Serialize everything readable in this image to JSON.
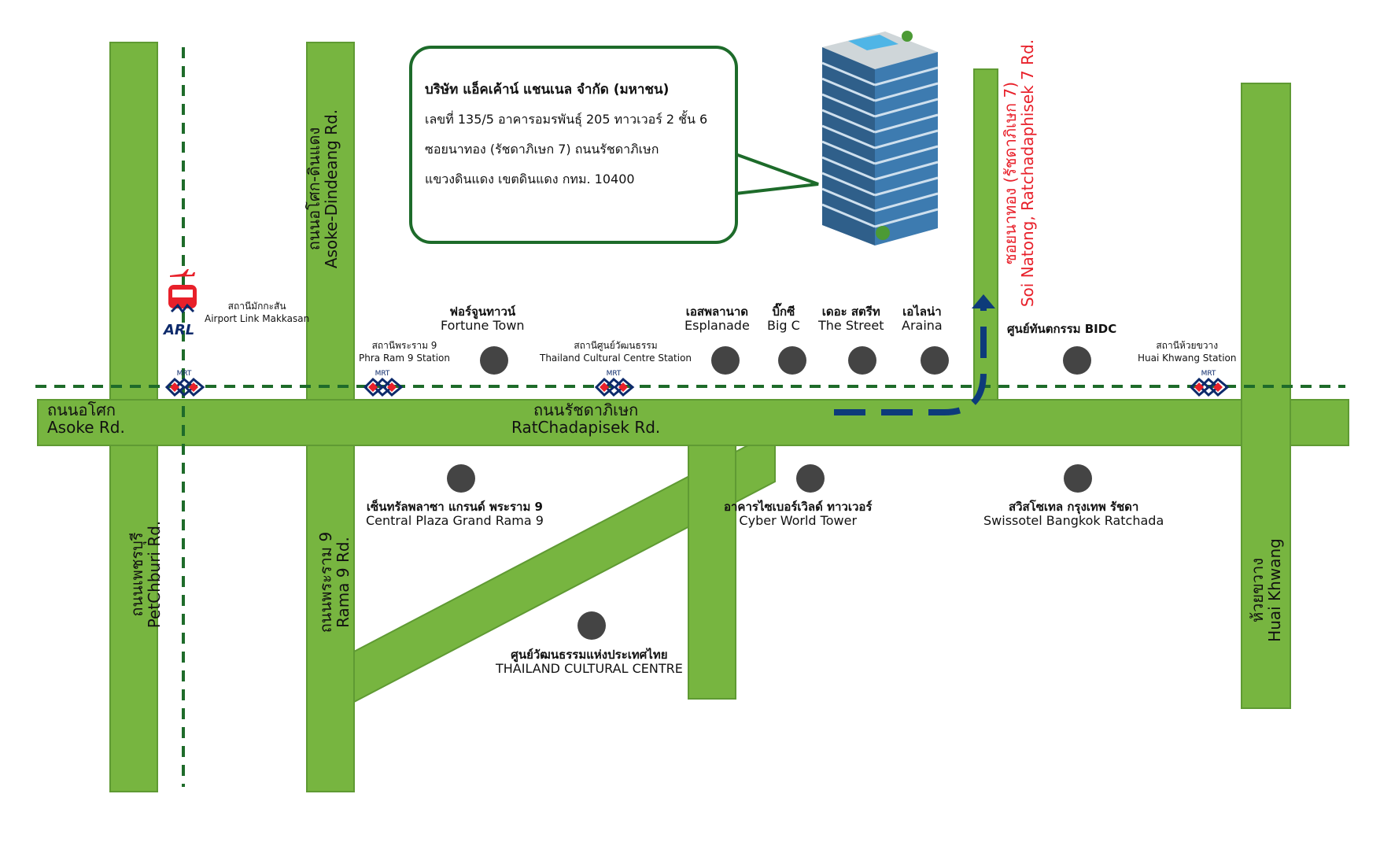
{
  "company": {
    "name": "บริษัท แอ็คเค้าน์ แชนเนล จำกัด (มหาชน)",
    "address_lines": [
      "เลขที่ 135/5 อาคารอมรพันธุ์ 205 ทาวเวอร์ 2 ชั้น 6",
      "ซอยนาทอง (รัชดาภิเษก 7) ถนนรัชดาภิเษก",
      "แขวงดินแดง เขตดินแดง กทม. 10400"
    ]
  },
  "roads": {
    "asoke_h": {
      "th": "ถนนอโศก",
      "en": "Asoke Rd."
    },
    "ratchadapisek": {
      "th": "ถนนรัชดาภิเษก",
      "en": "RatChadapisek Rd."
    },
    "asoke_dindaeng": {
      "th": "ถนนอโศก-ดินแดง",
      "en": "Asoke-Dindeang Rd."
    },
    "petchburi": {
      "th": "ถนนเพชรบุรี",
      "en": "PetChburi Rd."
    },
    "rama9": {
      "th": "ถนนพระราม 9",
      "en": "Rama 9 Rd."
    },
    "soi_natong": {
      "th": "ซอยนาทอง (รัชดาภิเษก 7)",
      "en": "Soi Natong, Ratchadaphisek 7 Rd."
    },
    "huai_khwang": {
      "th": "ห้วยขวาง",
      "en": "Huai Khwang"
    }
  },
  "stations": {
    "arl": {
      "th": "สถานีมักกะสัน",
      "en": "Airport Link Makkasan",
      "logo": "ARL"
    },
    "phra_ram_9": {
      "th": "สถานีพระราม 9",
      "en": "Phra Ram 9 Station"
    },
    "cultural_centre": {
      "th": "สถานีศูนย์วัฒนธรรม",
      "en": "Thailand Cultural Centre Station"
    },
    "huai_khwang": {
      "th": "สถานีห้วยขวาง",
      "en": "Huai Khwang Station"
    },
    "mrt_logo": "MRT"
  },
  "landmarks": {
    "fortune_town": {
      "th": "ฟอร์จูนทาวน์",
      "en": "Fortune Town"
    },
    "esplanade": {
      "th": "เอสพลานาด",
      "en": "Esplanade"
    },
    "big_c": {
      "th": "บิ๊กซี",
      "en": "Big C"
    },
    "the_street": {
      "th": "เดอะ สตรีท",
      "en": "The Street"
    },
    "araina": {
      "th": "เอไลน่า",
      "en": "Araina"
    },
    "bidc": {
      "th": "ศูนย์ทันตกรรม BIDC",
      "en": ""
    },
    "central_rama9": {
      "th": "เซ็นทรัลพลาซา แกรนด์ พระราม 9",
      "en": "Central Plaza Grand Rama 9"
    },
    "cyber_world": {
      "th": "อาคารไซเบอร์เวิลด์ ทาวเวอร์",
      "en": "Cyber World Tower"
    },
    "swissotel": {
      "th": "สวิสโซเทล กรุงเทพ รัชดา",
      "en": "Swissotel Bangkok Ratchada"
    },
    "cultural_centre": {
      "th": "ศูนย์วัฒนธรรมแห่งประเทศไทย",
      "en": "THAILAND CULTURAL CENTRE"
    }
  },
  "icons": {
    "building": "office-building-icon",
    "plane": "airplane-icon",
    "train": "train-icon",
    "mrt": "mrt-logo-icon",
    "landmark": "landmark-dot-icon",
    "route": "route-arrow-icon"
  },
  "colors": {
    "road_fill": "#77b540",
    "road_edge": "#5f9a33",
    "rail_line": "#1e6b2a",
    "route_arrow": "#0d3b7a",
    "callout_border": "#1d6b2a",
    "landmark_dot": "#444444",
    "soi_label": "#e8202a"
  }
}
